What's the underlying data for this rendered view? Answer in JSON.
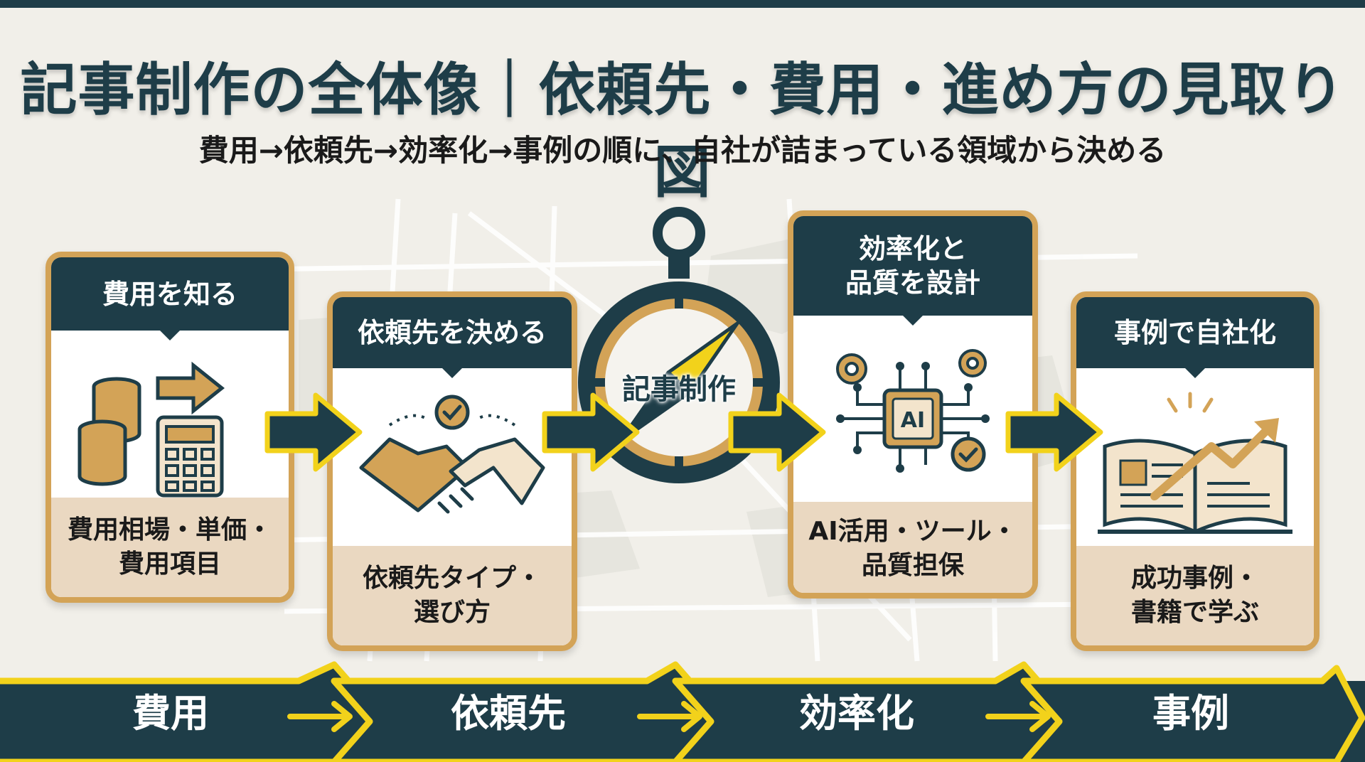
{
  "title": "記事制作の全体像｜依頼先・費用・進め方の見取り図",
  "subtitle": "費用→依頼先→効率化→事例の順に、自社が詰まっている領域から決める",
  "center": {
    "label": "記事制作",
    "icon": "compass-icon"
  },
  "cards": [
    {
      "head": [
        "費用を知る"
      ],
      "icon": "coins-calculator-icon",
      "desc": [
        "費用相場・単価・",
        "費用項目"
      ]
    },
    {
      "head": [
        "依頼先を決める"
      ],
      "icon": "handshake-icon",
      "desc": [
        "依頼先タイプ・",
        "選び方"
      ]
    },
    {
      "head": [
        "効率化と",
        "品質を設計"
      ],
      "icon": "ai-chip-icon",
      "desc": [
        "AI活用・ツール・",
        "品質担保"
      ]
    },
    {
      "head": [
        "事例で自社化"
      ],
      "icon": "book-growth-icon",
      "desc": [
        "成功事例・",
        "書籍で学ぶ"
      ]
    }
  ],
  "steps": [
    "費用",
    "依頼先",
    "効率化",
    "事例"
  ],
  "colors": {
    "navy": "#1e3d48",
    "gold": "#d3a357",
    "yellow": "#f2d21b",
    "beige": "#ead8c1"
  }
}
